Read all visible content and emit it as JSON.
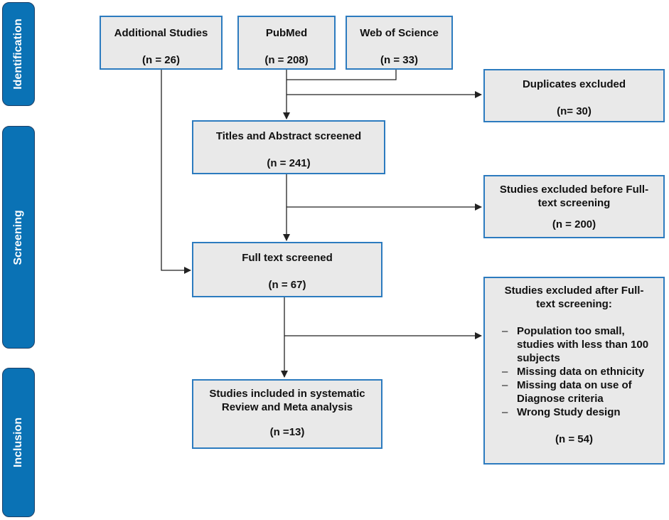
{
  "phases": {
    "identification": "Identification",
    "screening": "Screening",
    "inclusion": "Inclusion"
  },
  "boxes": {
    "additional": {
      "title": "Additional Studies",
      "count": "(n = 26)"
    },
    "pubmed": {
      "title": "PubMed",
      "count": "(n = 208)"
    },
    "wos": {
      "title": "Web of Science",
      "count": "(n = 33)"
    },
    "duplicates": {
      "title": "Duplicates excluded",
      "count": "(n= 30)"
    },
    "titles_abstract": {
      "title": "Titles and Abstract screened",
      "count": "(n = 241)"
    },
    "excluded_before": {
      "title_line1": "Studies excluded before Full-",
      "title_line2": "text screening",
      "count": "(n = 200)"
    },
    "fulltext": {
      "title": "Full text screened",
      "count": "(n = 67)"
    },
    "excluded_after": {
      "title_line1": "Studies excluded after Full-",
      "title_line2": "text screening:",
      "reasons": [
        "Population too small, studies with less than 100 subjects",
        "Missing data on ethnicity",
        "Missing data on use of Diagnose criteria",
        "Wrong Study design"
      ],
      "count": "(n = 54)"
    },
    "included": {
      "title_line1": "Studies included in systematic",
      "title_line2": "Review and Meta analysis",
      "count": "(n =13)"
    }
  },
  "colors": {
    "phase_fill": "#0a72b5",
    "box_fill": "#e9e9e9",
    "box_border": "#2c7bbf",
    "arrow": "#222222"
  }
}
